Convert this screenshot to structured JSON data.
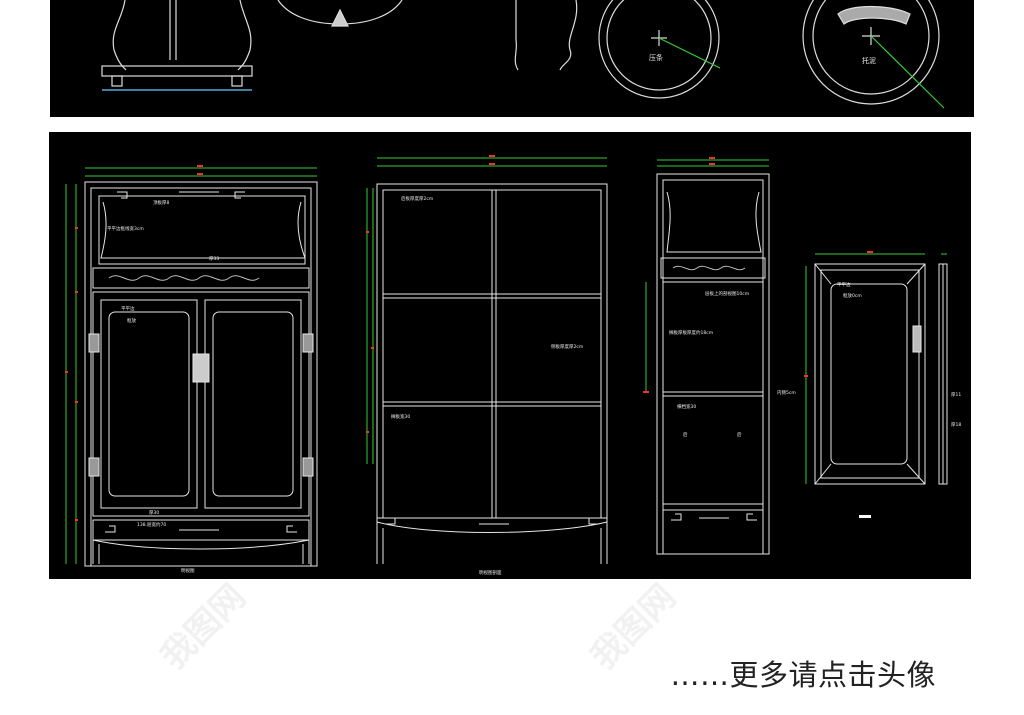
{
  "top_panel": {
    "label_top_mid": "压条",
    "label_top_right": "托泥"
  },
  "main_panel": {
    "front_view": {
      "caption": "明视图",
      "note_top_rail": "顶板厚8",
      "note_side_rail": "平平边框线宽3cm",
      "note_apron": "厚33",
      "note_door_rail": "平平边",
      "note_door_panel": "框放",
      "note_bottom": "厚30",
      "note_base_apron": "138.屉宽约70"
    },
    "section_view": {
      "caption": "明视图剖面",
      "note_top": "后板厚度厚2cm",
      "note_mid": "侧板厚度厚2cm",
      "note_shelf": "搁板宽30"
    },
    "side_view": {
      "note_shelf": "层板上的剖视图10cm",
      "note_mid": "搁板厚板厚度约18cm",
      "note_crossbar": "横档宽30",
      "note_right": "内侧5cm",
      "note_left": "后",
      "note_right2": "后"
    },
    "door_detail": {
      "note_edge": "平平边",
      "note_panel": "框放0cm",
      "note_side_a": "厚11",
      "note_side_b": "厚18"
    }
  },
  "footer": {
    "more_link": "……更多请点击头像"
  },
  "watermark_text": "我图网"
}
